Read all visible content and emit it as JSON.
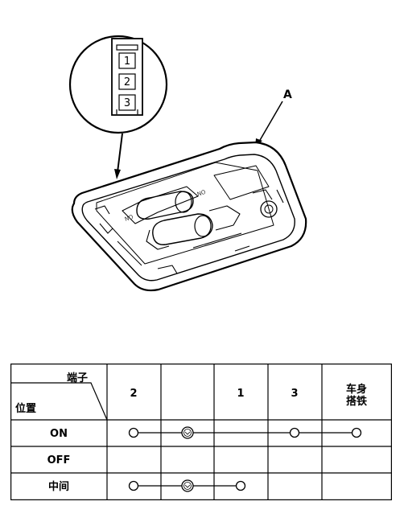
{
  "figure": {
    "callout_label": "A",
    "connector_pins": [
      "1",
      "2",
      "3"
    ],
    "lens_text": [
      "NO",
      "NO"
    ]
  },
  "table": {
    "header_terminal": "端子",
    "header_position": "位置",
    "columns": [
      "2",
      "",
      "1",
      "3",
      "车身\n搭铁"
    ],
    "rows": [
      {
        "label": "ON",
        "connections": [
          [
            0,
            1,
            3,
            4
          ]
        ],
        "bulb_col": 1
      },
      {
        "label": "OFF",
        "connections": [],
        "bulb_col": null
      },
      {
        "label": "中间",
        "connections": [
          [
            0,
            1,
            2
          ]
        ],
        "bulb_col": 1
      }
    ]
  }
}
